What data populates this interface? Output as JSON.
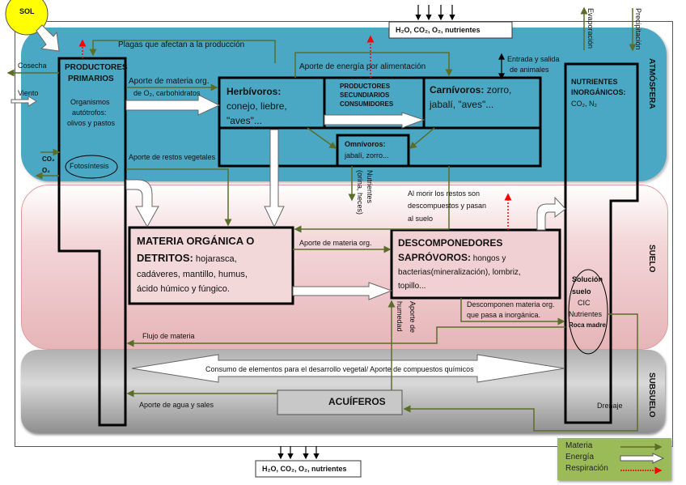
{
  "sun": {
    "label": "SOL"
  },
  "top_output": {
    "label": "H₂O, CO₂, O₂, nutrientes"
  },
  "bottom_output": {
    "label": "H₂O, CO₂, O₂, nutrientes"
  },
  "layers": {
    "atmosphere": "ATMÓSFERA",
    "soil": "SUELO",
    "subsoil": "SUBSUELO"
  },
  "external_flows": {
    "harvest": "Cosecha",
    "wind": "Viento",
    "co2": "CO₂",
    "o2": "O₂",
    "evaporation": "Evaporación",
    "precipitation": "Precipitación",
    "animal_movement_line1": "Entrada y salida",
    "animal_movement_line2": "de animales"
  },
  "producers": {
    "title_line1": "PRODUCTORES",
    "title_line2": "PRIMARIOS",
    "desc_line1": "Organismos",
    "desc_line2": "autótrofos:",
    "desc_line3": "olivos y pastos",
    "process": "Fotosíntesis"
  },
  "herbivores": {
    "title": "Herbívoros:",
    "line2": "conejo, liebre,",
    "line3": "\"aves\"..."
  },
  "secondary": {
    "line1": "PRODUCTORES",
    "line2": "SECUNDIARIOS",
    "line3": "CONSUMIDORES"
  },
  "carnivores": {
    "title": "Carnívoros:",
    "line1_rest": "zorro,",
    "line2": "jabalí, \"aves\"..."
  },
  "omnivores": {
    "title": "Omnívoros:",
    "line2": "jabalí, zorro..."
  },
  "inorganic": {
    "line1": "NUTRIENTES",
    "line2": "INORGÁNICOS:",
    "line3": "CO₂, N₂"
  },
  "organic_matter": {
    "title_line1": "MATERIA ORGÁNICA O",
    "title_line2": "DETRITOS:",
    "line2_rest": "hojarasca,",
    "line3": "cadáveres, mantillo, humus,",
    "line4": "ácido húmico y  fúngico."
  },
  "decomposers": {
    "title_line1": "DESCOMPONEDORES",
    "title_line2": "SAPRÓVOROS:",
    "line2_rest": "hongos y",
    "line3": "bacterias(mineralización), lombriz,",
    "line4": "topillo..."
  },
  "soil_solution": {
    "line1": "Solución",
    "line2": "suelo",
    "line3": "CIC",
    "line4": "Nutrientes",
    "line5": "Roca madre"
  },
  "aquifers": {
    "label": "ACUÍFEROS"
  },
  "flow_labels": {
    "pests": "Plagas que afectan a la producción",
    "organic_input_line1": "Aporte de materia org.",
    "organic_input_line2": "de O₂, carbohidratos",
    "energy_feeding": "Aporte de energía por alimentación",
    "plant_residues": "Aporte de restos vegetales",
    "nutrients_vertical_1": "Nutrientes",
    "nutrients_vertical_2": "(orina, heces)",
    "death_line1": "Al morir los restos son",
    "death_line2": "descompuestos y pasan",
    "death_line3": "al suelo",
    "organic_to_decomp": "Aporte de materia org.",
    "decomp_line1": "Descomponen materia org.",
    "decomp_line2": "que pasa a inorgánica.",
    "moisture_1": "Aporte de",
    "moisture_2": "humedad",
    "matter_flow": "Flujo de materia",
    "consumption": "Consumo de elementos para el desarrollo vegetal/  Aporte de compuestos químicos",
    "water_salts": "Aporte de agua y sales",
    "drainage": "Drenaje"
  },
  "legend": {
    "items": [
      {
        "label": "Materia",
        "color": "#5a6e2a",
        "style": "thin-arrow"
      },
      {
        "label": "Energía",
        "color": "#ffffff",
        "style": "block-arrow"
      },
      {
        "label": "Respiración",
        "color": "#ff0000",
        "style": "dotted-arrow"
      }
    ]
  },
  "colors": {
    "atmosphere": "#4aa8c4",
    "soil": "#e6b5b8",
    "subsoil": "#a6a6a6",
    "matter_arrow": "#5a6e2a",
    "respiration_arrow": "#ff0000",
    "sun": "#ffff00",
    "legend_bg": "#9bbb59"
  }
}
